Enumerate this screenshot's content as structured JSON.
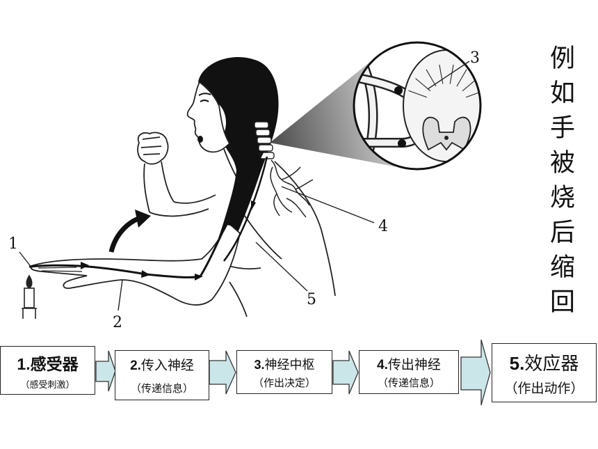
{
  "caption": "例如手被烧后缩回",
  "diagram": {
    "labels": {
      "receptor": "1",
      "afferent_nerve": "2",
      "nerve_center": "3",
      "efferent_nerve": "4",
      "effector": "5"
    }
  },
  "flow": {
    "steps": [
      {
        "number": "1.",
        "name": "感受器",
        "note": "（感受刺激）"
      },
      {
        "number": "2.",
        "name": "传入神经",
        "note": "（传递信息）"
      },
      {
        "number": "3.",
        "name": "神经中枢",
        "note": "（作出决定）"
      },
      {
        "number": "4.",
        "name": "传出神经",
        "note": "（传递信息）"
      },
      {
        "number": "5.",
        "name": "效应器",
        "note": "（作出动作）"
      }
    ]
  },
  "colors": {
    "arrow_fill": "#cbe6e9",
    "ink": "#111111",
    "background": "#ffffff"
  }
}
